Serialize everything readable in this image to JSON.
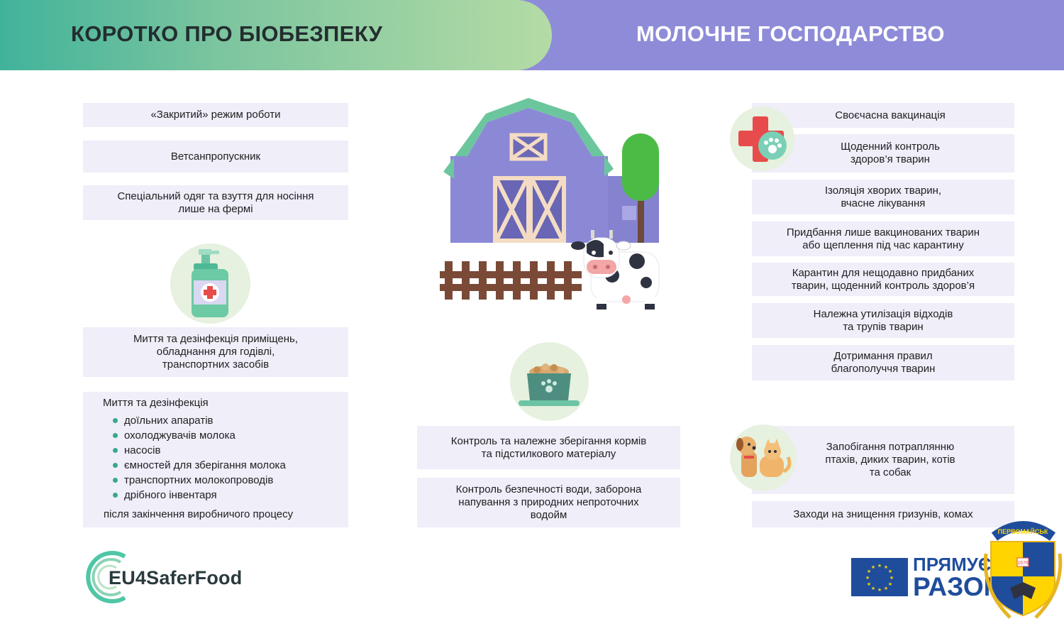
{
  "header": {
    "left_title": "КОРОТКО ПРО БІОБЕЗПЕКУ",
    "right_title": "МОЛОЧНЕ ГОСПОДАРСТВО"
  },
  "left": {
    "box1": "«Закритий» режим роботи",
    "box2": "Ветсанпропускник",
    "box3": "Спеціальний одяг та взуття для носіння\nлише на фермі",
    "box4": "Миття та дезінфекція приміщень,\nобладнання для годівлі,\nтранспортних засобів",
    "list_head": "Миття та дезінфекція",
    "list_items": [
      "доїльних апаратів",
      "охолоджувачів молока",
      "насосів",
      "ємностей для зберігання молока",
      "транспортних молокопроводів",
      "дрібного інвентаря"
    ],
    "list_foot": "після закінчення виробничого процесу"
  },
  "center": {
    "box1": "Контроль та належне зберігання кормів\nта підстилкового матеріалу",
    "box2": "Контроль безпечності води, заборона\nнапування з природних непроточних\nводойм"
  },
  "right": {
    "box1": "Своєчасна вакцинація",
    "box2": "Щоденний контроль\nздоров’я тварин",
    "box3": "Ізоляція хворих тварин,\nвчасне лікування",
    "box4": "Придбання лише вакцинованих тварин\nабо щеплення під час карантину",
    "box5": "Карантин для нещодавно придбаних\nтварин, щоденний контроль здоров’я",
    "box6": "Належна утилізація відходів\nта трупів тварин",
    "box7": "Дотримання правил\nблагополуччя тварин",
    "box8": "Запобігання потраплянню\nптахів, диких тварин, котів\nта собак",
    "box9": "Заходи на знищення гризунів, комах"
  },
  "footer": {
    "logo": "EU4SaferFood",
    "eu_line1": "ПРЯМУЄМ",
    "eu_line2": "РАЗОМ",
    "emblem_label": "ПЕРВОМАЙСЬК",
    "emblem_year": "1676"
  },
  "colors": {
    "accent_green": "#41b39b",
    "accent_violet": "#8e8cd8",
    "box_bg": "#efeef9",
    "icon_circle": "#e6f1df"
  },
  "icons": [
    "sanitizer-bottle-icon",
    "barn-icon",
    "tree-icon",
    "fence-icon",
    "cow-icon",
    "pet-food-bowl-icon",
    "vet-cross-paw-icon",
    "dog-cat-icon",
    "eu4saferfood-logo",
    "eu-flag-icon",
    "city-emblem"
  ]
}
